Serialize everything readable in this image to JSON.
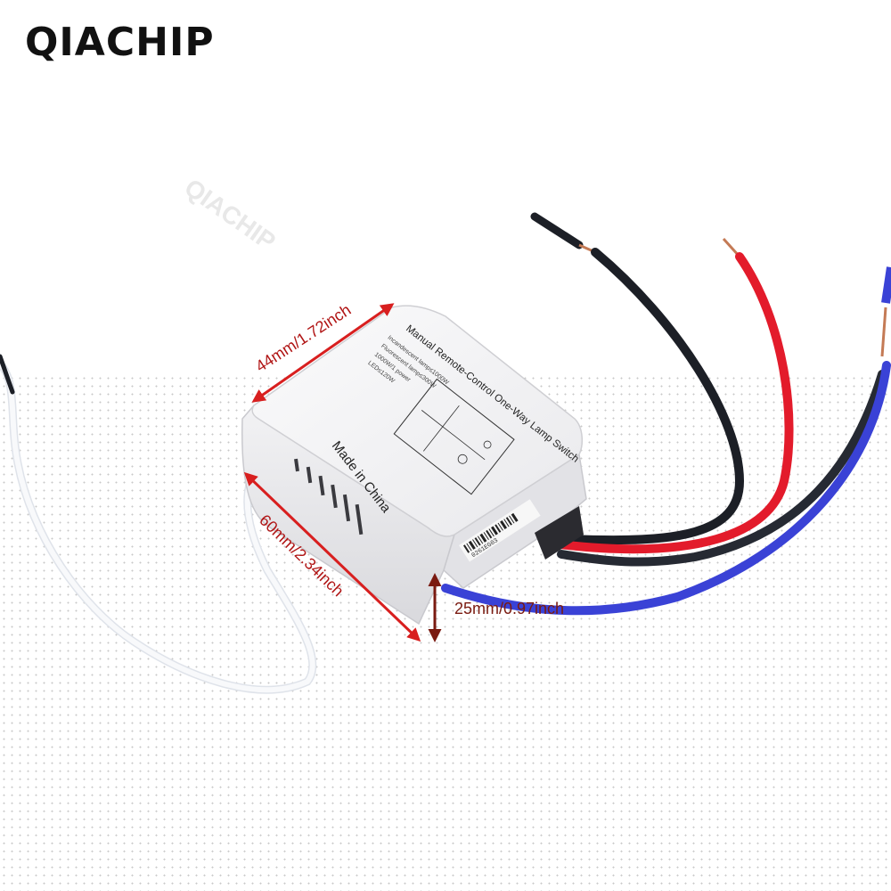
{
  "brand": {
    "name": "QIACHIP",
    "watermark": "QIACHIP"
  },
  "product": {
    "label_title": "Manual Remote-Control One-Way Lamp Switch",
    "spec_lines": [
      "Incandescent lamp≤1000W",
      "Fluorescent lamp≤300W",
      "1000W/1 power",
      "LED≤120W"
    ],
    "origin_text": "Made in China",
    "serial_text": "0261EG03"
  },
  "dimensions": {
    "width_label": "44mm/1.72inch",
    "length_label": "60mm/2.34inch",
    "height_label": "25mm/0.97inch"
  },
  "colors": {
    "arrow_red": "#d81f1f",
    "arrow_dark": "#7a1a10",
    "wire_black": "#1c1f26",
    "wire_red": "#e31b2b",
    "wire_blue": "#3a42d6",
    "wire_white": "#f4f6fa",
    "housing": "#f1f1f3"
  }
}
